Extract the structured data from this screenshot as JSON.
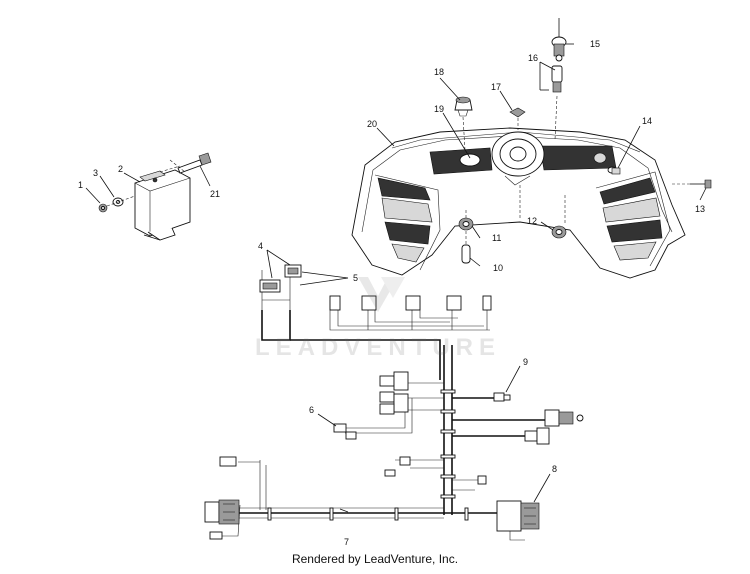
{
  "diagram": {
    "callouts": [
      "1",
      "2",
      "3",
      "4",
      "5",
      "6",
      "7",
      "8",
      "9",
      "10",
      "11",
      "12",
      "13",
      "14",
      "15",
      "16",
      "17",
      "18",
      "19",
      "20",
      "21"
    ]
  },
  "watermark": {
    "text": "LEADVENTURE"
  },
  "footer": {
    "text": "Rendered by LeadVenture, Inc."
  }
}
